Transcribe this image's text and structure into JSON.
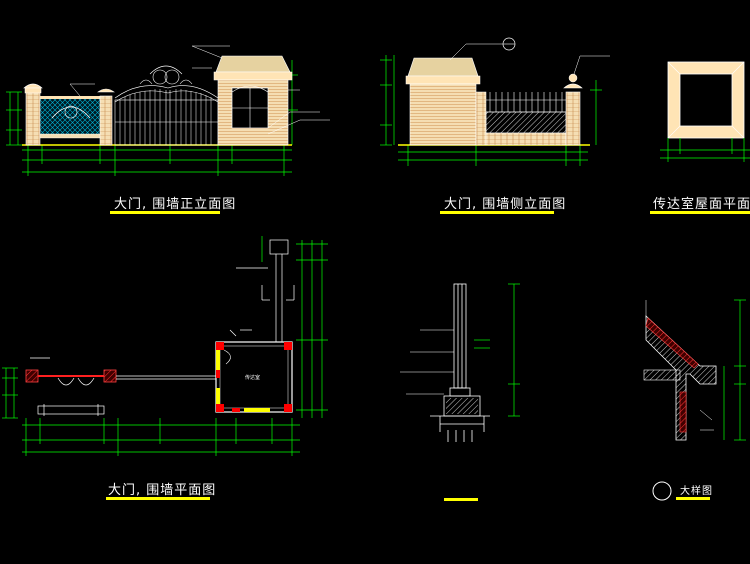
{
  "colors": {
    "background": "#000000",
    "dimension": "#00ff00",
    "outline": "#ffffff",
    "stone": "#f5deb3",
    "fill_warm": "#ffe4b5",
    "grid_blue": "#00b4d8",
    "accent_yellow": "#ffff00",
    "section_red": "#ff0000",
    "roof": "#e6d2a0"
  },
  "titles": {
    "front_elevation": "大门, 围墙正立面图",
    "side_elevation": "大门, 围墙侧立面图",
    "guardhouse_roof_plan": "传达室屋面平面图",
    "plan": "大门, 围墙平面图",
    "detail": "大样图"
  },
  "plan_labels": {
    "guardhouse": "传达室"
  },
  "detail_marker": {
    "number": ""
  }
}
